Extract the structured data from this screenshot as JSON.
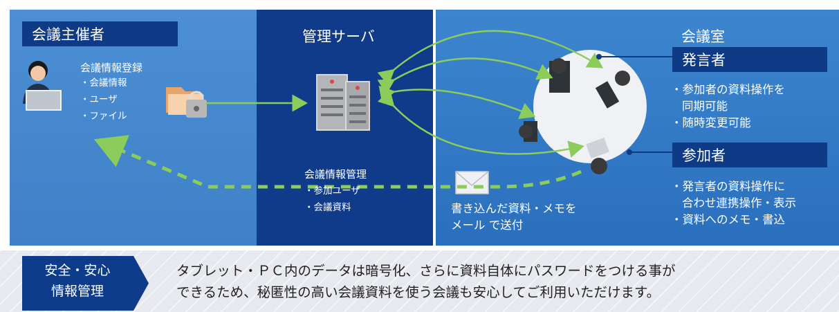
{
  "organizer": {
    "label": "会議主催者",
    "heading": "会議情報登録",
    "items": [
      "・会議情報",
      "・ユーザ",
      "・ファイル"
    ]
  },
  "server": {
    "title": "管理サーバ",
    "heading": "会議情報管理",
    "items": [
      "・参加ユーザ",
      "・会議資料"
    ]
  },
  "room": {
    "title": "会議室",
    "speaker_label": "発言者",
    "speaker_items": [
      "・参加者の資料操作を",
      "同期可能",
      "・随時変更可能"
    ],
    "participant_label": "参加者",
    "participant_items": [
      "・発言者の資料操作に",
      "合わせ連携操作・表示",
      "・資料へのメモ・書込"
    ]
  },
  "mail_note": [
    "書き込んだ資料・メモを",
    "メール で送付"
  ],
  "security": {
    "label_lines": [
      "安全・安心",
      "情報管理"
    ],
    "text_lines": [
      "タブレット・ＰＣ内のデータは暗号化、さらに資料自体にパスワードをつける事が",
      "できるため、秘匿性の高い会議資料を使う会議も安心してご利用いただけます。"
    ]
  },
  "colors": {
    "panel_blue": "#4d8fd3",
    "navy": "#103b8a",
    "arrow_green": "#8ccc5a"
  }
}
